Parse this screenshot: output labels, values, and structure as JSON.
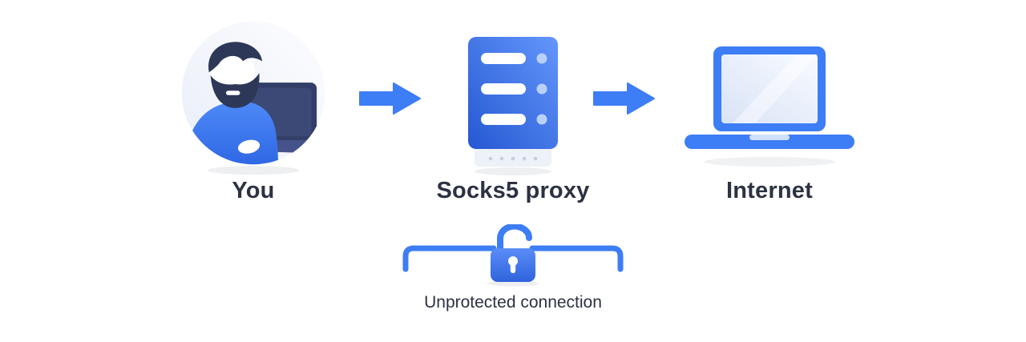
{
  "page": {
    "background": "#ffffff"
  },
  "diagram": {
    "nodes": [
      {
        "id": "you",
        "label": "You",
        "icon": "user-avatar-icon"
      },
      {
        "id": "socks5-proxy",
        "label": "Socks5 proxy",
        "icon": "server-icon"
      },
      {
        "id": "internet",
        "label": "Internet",
        "icon": "laptop-icon"
      }
    ],
    "connectors": [
      {
        "from": "you",
        "to": "socks5-proxy",
        "icon": "arrow-right-icon"
      },
      {
        "from": "socks5-proxy",
        "to": "internet",
        "icon": "arrow-right-icon"
      }
    ],
    "security_note": {
      "icon": "open-padlock-icon",
      "label": "Unprotected connection"
    },
    "colors": {
      "accent": "#3d7df5",
      "accent_dark": "#2b5fd8",
      "navy": "#2d3858",
      "light_blue_dot": "#b9d0fa",
      "text": "#2c3242"
    }
  }
}
